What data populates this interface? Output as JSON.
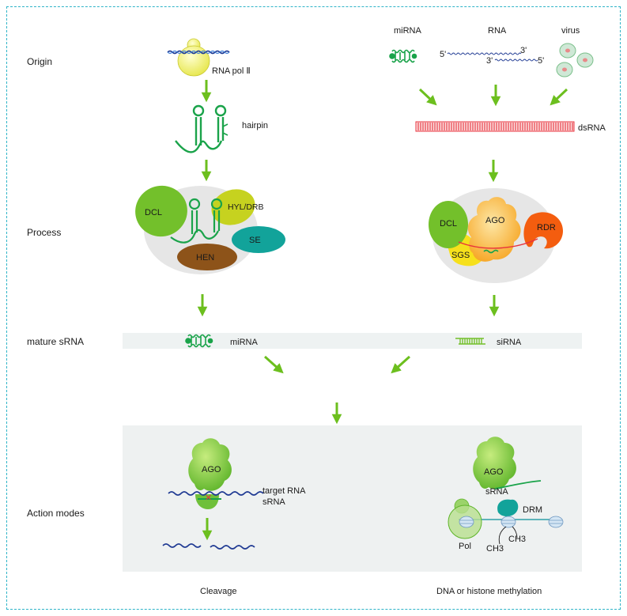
{
  "stage_labels": {
    "origin": "Origin",
    "process": "Process",
    "mature": "mature sRNA",
    "action": "Action modes"
  },
  "left_path": {
    "rna_pol": "RNA pol Ⅱ",
    "hairpin": "hairpin",
    "dcl": "DCL",
    "hyl_drb": "HYL/DRB",
    "se": "SE",
    "hen": "HEN",
    "mirna": "miRNA",
    "ago": "AGO",
    "target_rna": "target RNA",
    "srna": "sRNA",
    "cleavage": "Cleavage"
  },
  "right_path": {
    "mirna_src": "miRNA",
    "rna_src": "RNA",
    "virus_src": "virus",
    "five_prime_a": "5'",
    "three_prime_a": "3'",
    "three_prime_b": "3'",
    "five_prime_b": "5'",
    "dsrna": "dsRNA",
    "dcl": "DCL",
    "ago": "AGO",
    "rdr": "RDR",
    "sgs": "SGS",
    "sirna": "siRNA",
    "ago2": "AGO",
    "srna2": "sRNA",
    "drm": "DRM",
    "pol": "Pol",
    "ch3_a": "CH3",
    "ch3_b": "CH3",
    "methylation": "DNA or histone methylation"
  },
  "colors": {
    "frame": "#2fb4c8",
    "arrow": "#6cbf1e",
    "rna_green": "#1aa34a",
    "dcl_green": "#72c02c",
    "dna_blue": "#1f3a93",
    "dsrna_red": "#e8323c",
    "panel_gray": "#ececec"
  }
}
